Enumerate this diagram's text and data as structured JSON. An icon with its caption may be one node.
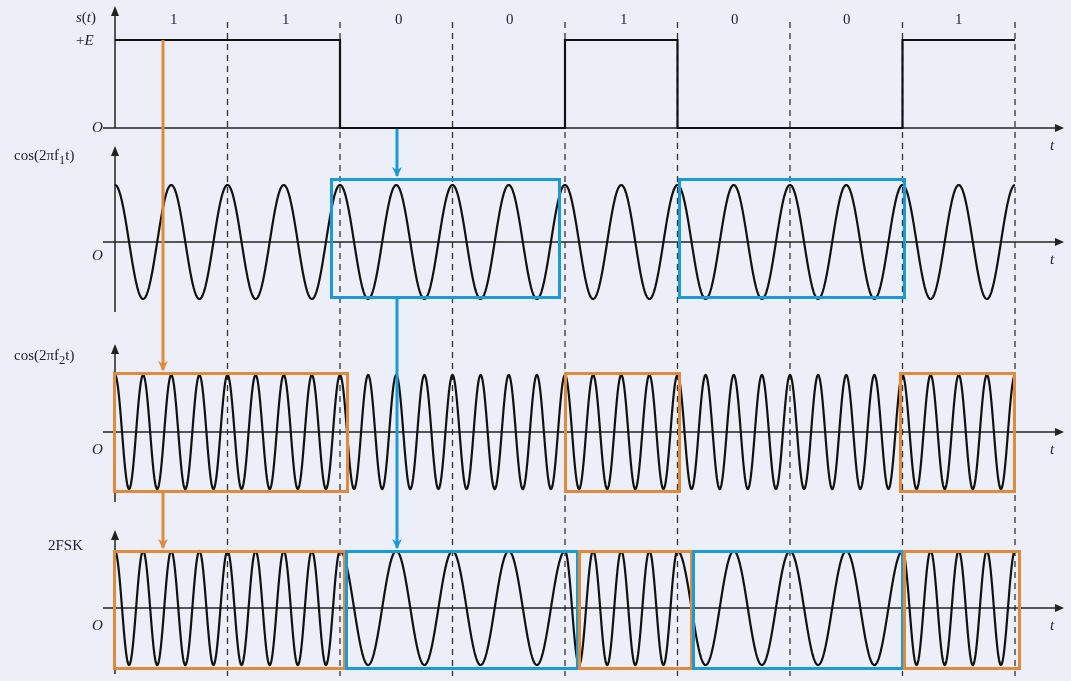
{
  "diagram": {
    "nodes": [
      {
        "text": [],
        "shape": "line"
      },
      {
        "text": [],
        "shape": "box"
      },
      {
        "text": [],
        "shape": "box"
      },
      {
        "text": [],
        "shape": "box"
      },
      {
        "text": [],
        "shape": "box"
      },
      {
        "text": [],
        "shape": "box"
      },
      {
        "text": [],
        "shape": "box"
      },
      {
        "text": [],
        "shape": "box"
      },
      {
        "text": [],
        "shape": "box"
      },
      {
        "text": [],
        "shape": "box"
      },
      {
        "text": [],
        "shape": "box"
      }
    ],
    "edges": [
      {
        "from": 0,
        "to": 3,
        "arrow": "to",
        "color": "#e08a3c"
      },
      {
        "from": 3,
        "to": 6,
        "arrow": "to",
        "color": "#e08a3c"
      },
      {
        "from": 0,
        "to": 1,
        "arrow": "to",
        "color": "#1a9ad6"
      },
      {
        "from": 1,
        "to": 7,
        "arrow": "to",
        "color": "#1a9ad6"
      }
    ],
    "labels": [
      "*s*(*t*)",
      "1",
      "1",
      "0",
      "0",
      "1",
      "0",
      "0",
      "1",
      "+*E*",
      "O",
      "t",
      "cos(2πf$_{1}$t)",
      "O",
      "t",
      "cos(2πf$_{2}$t)",
      "O",
      "t",
      "2FSK",
      "O",
      "t"
    ]
  }
}
